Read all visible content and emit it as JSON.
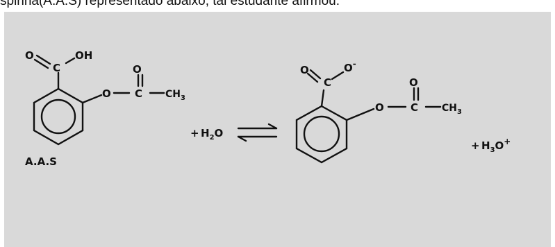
{
  "caption": "spirina(A.A.S) representado abaixo, tal estudante afirmou:",
  "colors": {
    "panel": "#d9d9d9",
    "ink": "#111111",
    "page": "#ffffff"
  },
  "reactant": {
    "carboxyl_o": "O",
    "carboxyl_oh": "OH",
    "ester_o_left": "O",
    "ester_c": "C",
    "ester_o_top": "O",
    "ester_ch3": "CH",
    "ester_ch3_sub": "3",
    "carboxyl_c": "C",
    "name": "A.A.S"
  },
  "plus_water": {
    "plus": "+",
    "h": "H",
    "sub": "2",
    "o": "O"
  },
  "equilibrium_icon": "equilibrium-arrows-icon",
  "product": {
    "carboxylate_o": "O",
    "carboxylate_c": "C",
    "carboxylate_o_minus": "O",
    "charge": "-",
    "ester_o_left": "O",
    "ester_c": "C",
    "ester_o_top": "O",
    "ester_ch3": "CH",
    "ester_ch3_sub": "3"
  },
  "plus_hydronium": {
    "plus": "+",
    "h": "H",
    "sub": "3",
    "o": "O",
    "charge": "+"
  }
}
